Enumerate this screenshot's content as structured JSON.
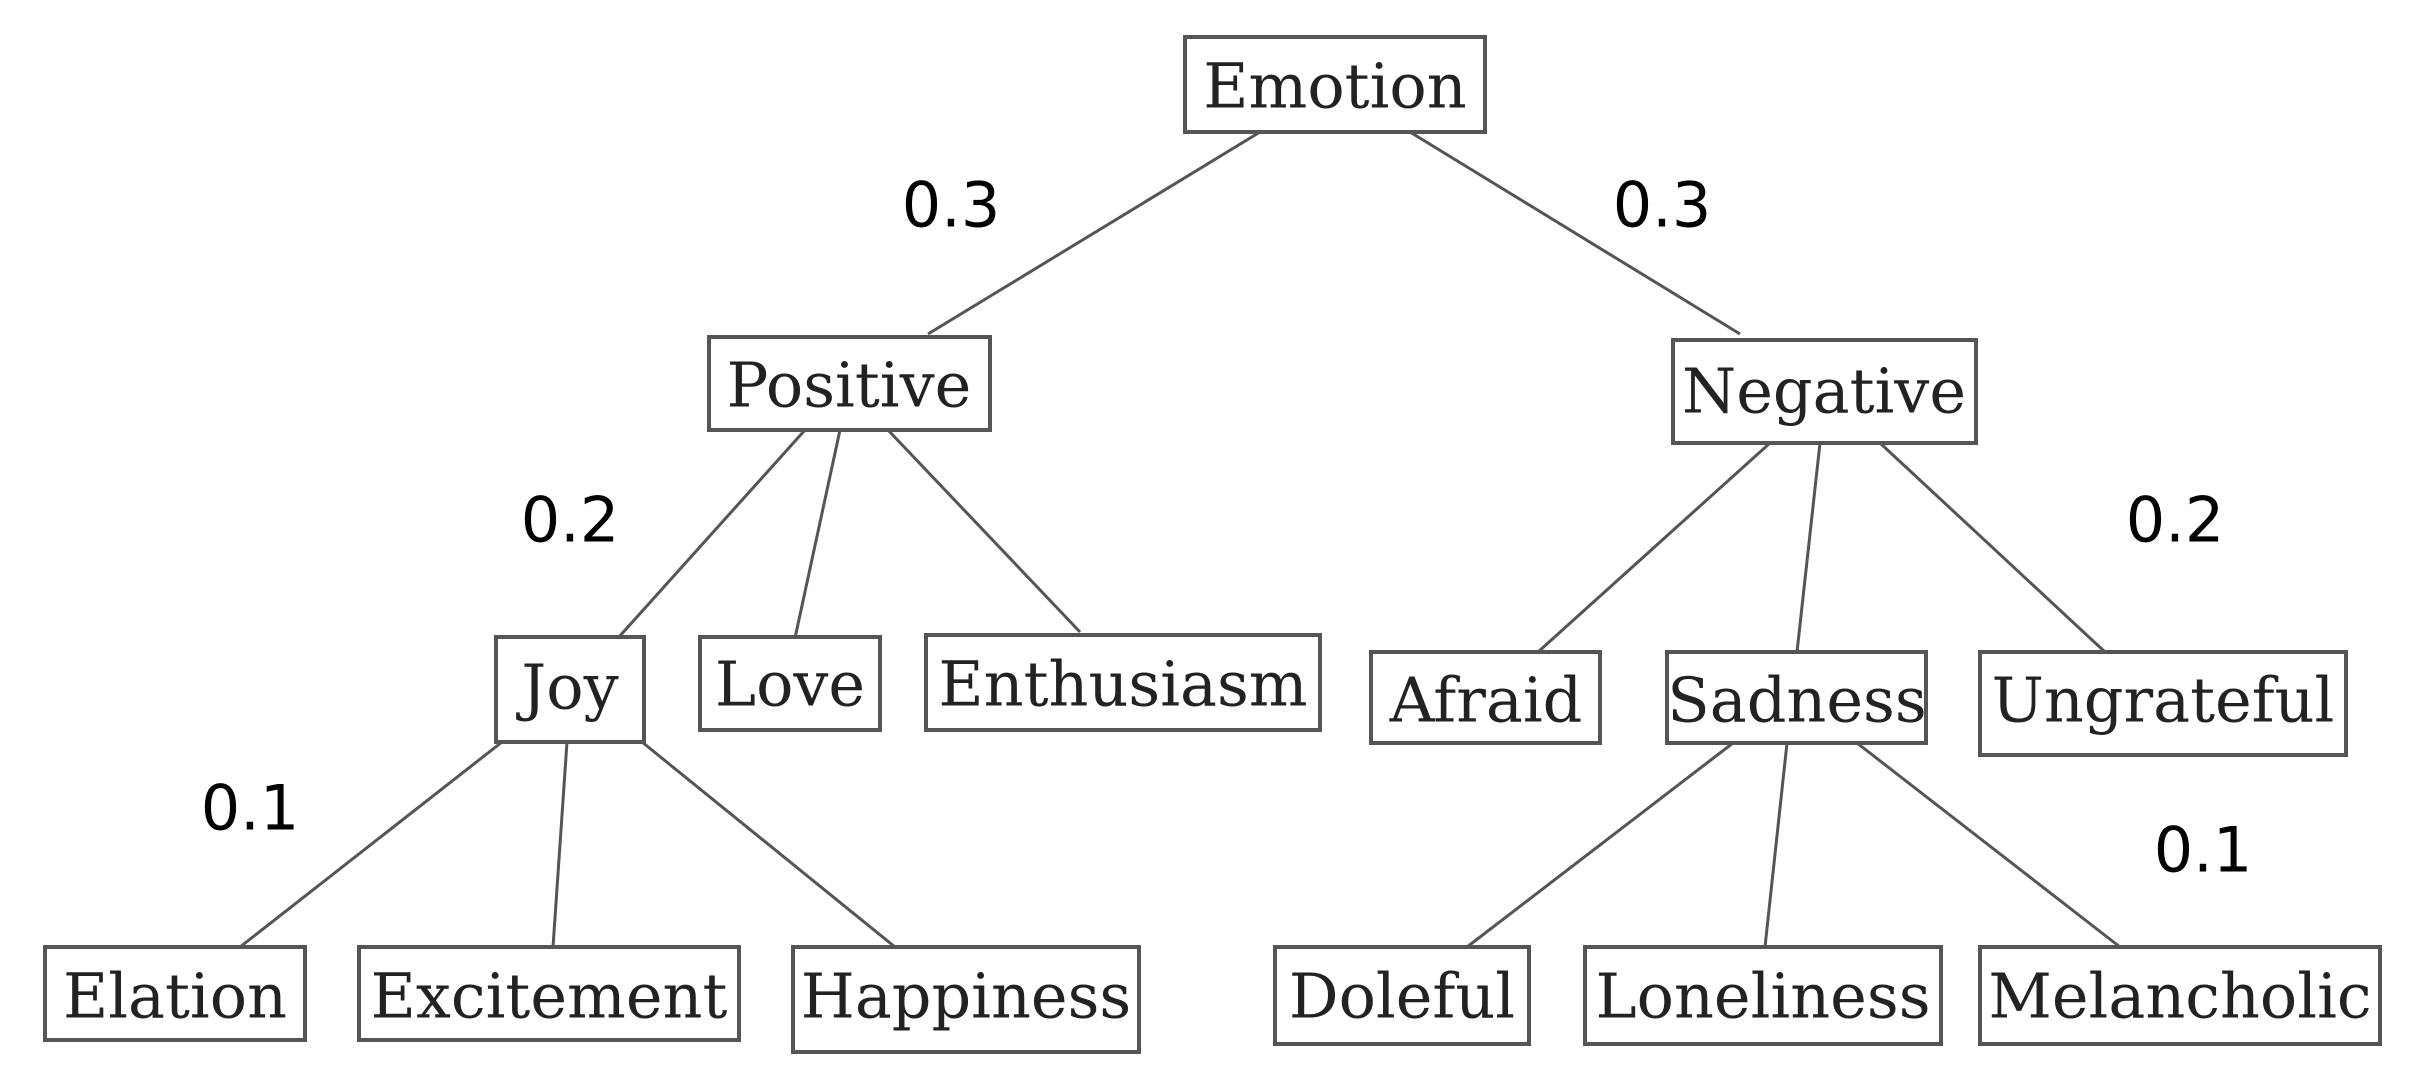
{
  "nodes": {
    "emotion": "Emotion",
    "positive": "Positive",
    "negative": "Negative",
    "joy": "Joy",
    "love": "Love",
    "enthusiasm": "Enthusiasm",
    "afraid": "Afraid",
    "sadness": "Sadness",
    "ungrateful": "Ungrateful",
    "elation": "Elation",
    "excitement": "Excitement",
    "happiness": "Happiness",
    "doleful": "Doleful",
    "loneliness": "Loneliness",
    "melancholic": "Melancholic"
  },
  "weights": {
    "emotion_positive": "0.3",
    "emotion_negative": "0.3",
    "positive_joy": "0.2",
    "negative_ungrateful": "0.2",
    "joy_elation": "0.1",
    "sadness_melancholic": "0.1"
  },
  "edges": [
    [
      "emotion",
      "positive"
    ],
    [
      "emotion",
      "negative"
    ],
    [
      "positive",
      "joy"
    ],
    [
      "positive",
      "love"
    ],
    [
      "positive",
      "enthusiasm"
    ],
    [
      "negative",
      "afraid"
    ],
    [
      "negative",
      "sadness"
    ],
    [
      "negative",
      "ungrateful"
    ],
    [
      "joy",
      "elation"
    ],
    [
      "joy",
      "excitement"
    ],
    [
      "joy",
      "happiness"
    ],
    [
      "sadness",
      "doleful"
    ],
    [
      "sadness",
      "loneliness"
    ],
    [
      "sadness",
      "melancholic"
    ]
  ]
}
